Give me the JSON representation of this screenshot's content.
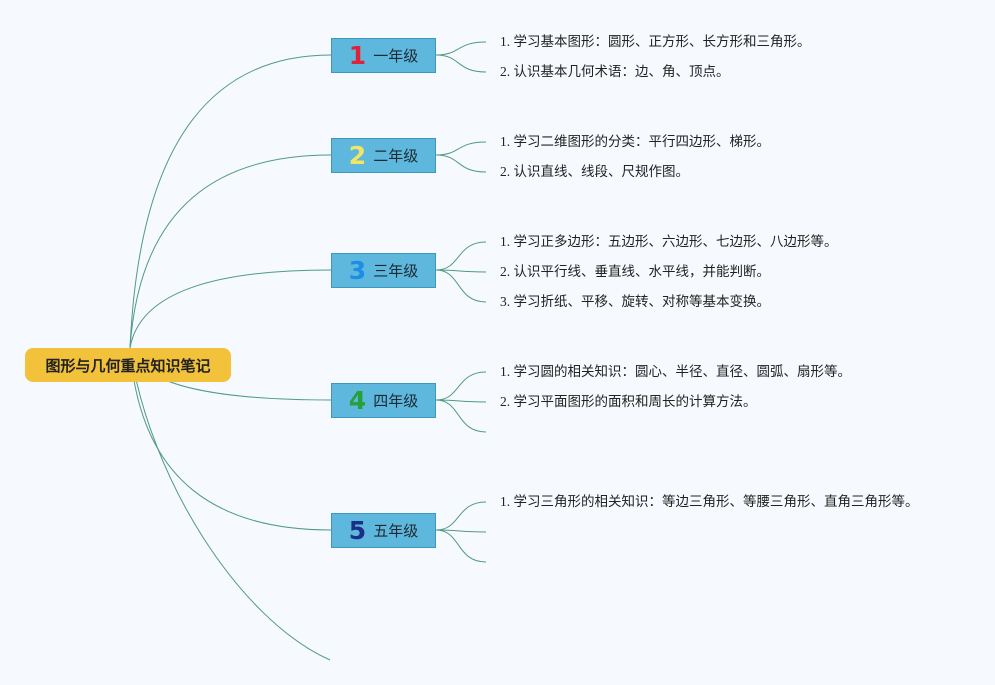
{
  "mindmap": {
    "root": "图形与几何重点知识笔记",
    "grades": [
      {
        "number": "1",
        "number_color": "#e0213a",
        "label": "一年级",
        "items": [
          "1. 学习基本图形：圆形、正方形、长方形和三角形。",
          "2. 认识基本几何术语：边、角、顶点。"
        ],
        "empty_branches": 0
      },
      {
        "number": "2",
        "number_color": "#f1e663",
        "label": "二年级",
        "items": [
          "1. 学习二维图形的分类：平行四边形、梯形。",
          "2. 认识直线、线段、尺规作图。"
        ],
        "empty_branches": 0
      },
      {
        "number": "3",
        "number_color": "#1c8ee6",
        "label": "三年级",
        "items": [
          "1. 学习正多边形：五边形、六边形、七边形、八边形等。",
          "2. 认识平行线、垂直线、水平线，并能判断。",
          "3. 学习折纸、平移、旋转、对称等基本变换。"
        ],
        "empty_branches": 0
      },
      {
        "number": "4",
        "number_color": "#26a03a",
        "label": "四年级",
        "items": [
          "1. 学习圆的相关知识：圆心、半径、直径、圆弧、扇形等。",
          "2. 学习平面图形的面积和周长的计算方法。"
        ],
        "empty_branches": 1
      },
      {
        "number": "5",
        "number_color": "#1b2f86",
        "label": "五年级",
        "items": [
          "1. 学习三角形的相关知识：等边三角形、等腰三角形、直角三角形等。"
        ],
        "empty_branches": 2
      }
    ],
    "extra_root_branches": 1,
    "line_color": "#4f9a88"
  }
}
